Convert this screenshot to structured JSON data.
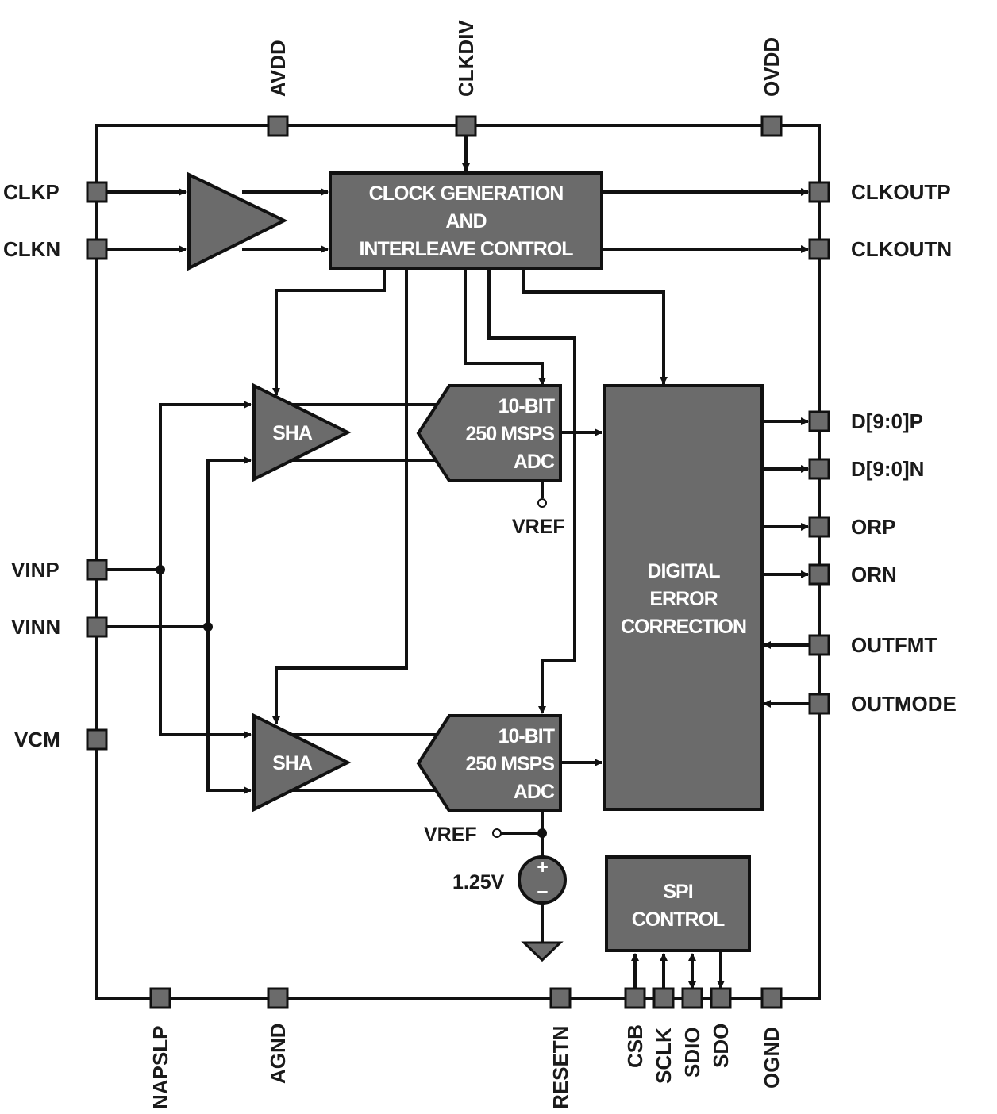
{
  "pins": {
    "top": [
      "AVDD",
      "CLKDIV",
      "OVDD"
    ],
    "left": [
      "CLKP",
      "CLKN",
      "VINP",
      "VINN",
      "VCM"
    ],
    "right": [
      "CLKOUTP",
      "CLKOUTN",
      "D[9:0]P",
      "D[9:0]N",
      "ORP",
      "ORN",
      "OUTFMT",
      "OUTMODE"
    ],
    "bottom": [
      "NAPSLP",
      "AGND",
      "RESETN",
      "CSB",
      "SCLK",
      "SDIO",
      "SDO",
      "OGND"
    ]
  },
  "blocks": {
    "clock": [
      "CLOCK GENERATION",
      "AND",
      "INTERLEAVE CONTROL"
    ],
    "sha_top": "SHA",
    "sha_bottom": "SHA",
    "adc_top": [
      "10-BIT",
      "250 MSPS",
      "ADC"
    ],
    "adc_bottom": [
      "10-BIT",
      "250 MSPS",
      "ADC"
    ],
    "dec": [
      "DIGITAL",
      "ERROR",
      "CORRECTION"
    ],
    "spi": [
      "SPI",
      "CONTROL"
    ]
  },
  "labels": {
    "vref_top": "VREF",
    "vref_bottom": "VREF",
    "voltage": "1.25V",
    "plus": "+",
    "minus": "–"
  },
  "colors": {
    "block_fill": "#6b6b6b",
    "line": "#111111",
    "block_text": "#ffffff"
  }
}
